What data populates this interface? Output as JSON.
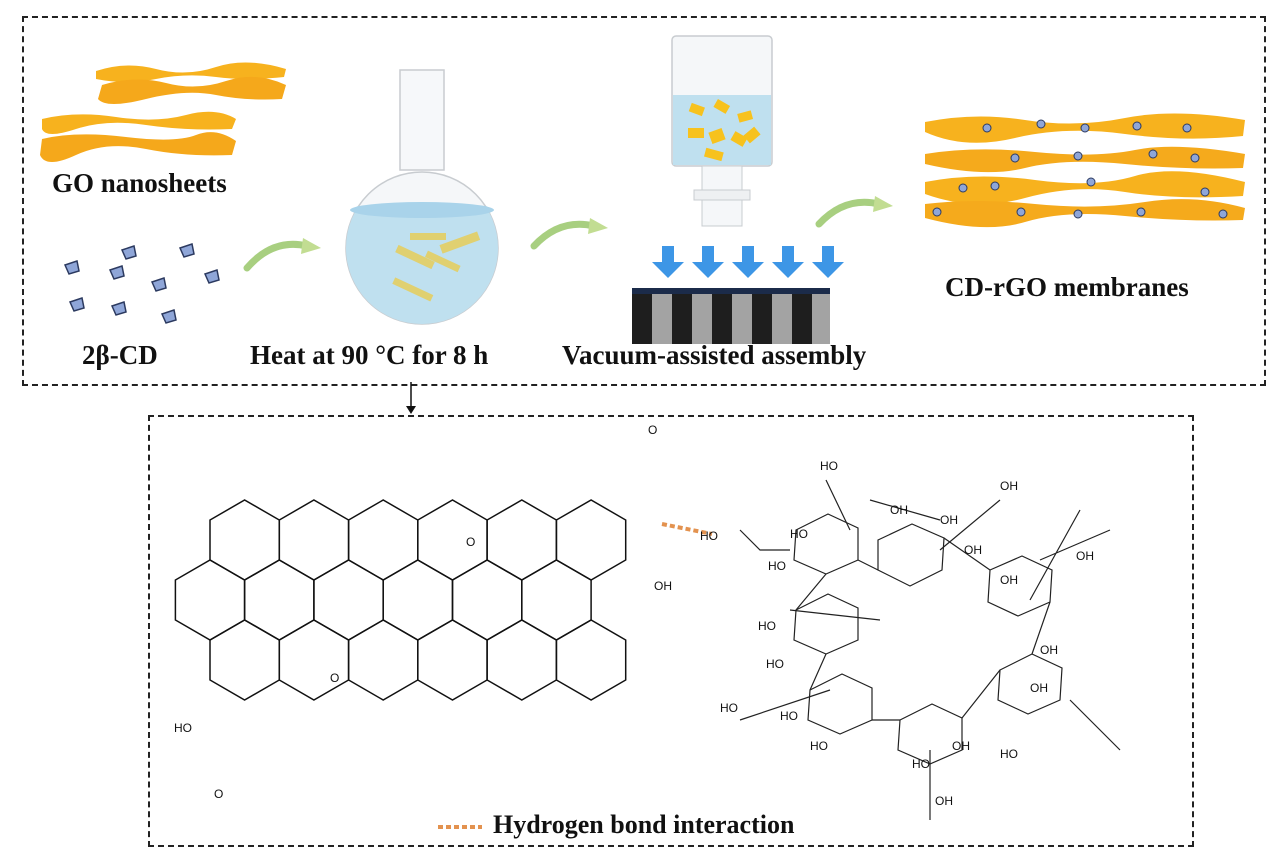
{
  "top_panel": {
    "go_label": "GO nanosheets",
    "cd_label": "2β-CD",
    "heat_label": "Heat at 90 °C for 8 h",
    "vacuum_label": "Vacuum-assisted assembly",
    "membrane_label": "CD-rGO membranes"
  },
  "bottom_panel": {
    "legend_label": "Hydrogen bond interaction",
    "go_atoms": {
      "epoxy_o": "O",
      "cooh_o": "O",
      "cooh_oh": "OH",
      "cooh_ho": "HO"
    },
    "cd_labels": {
      "ho": "HO",
      "oh": "OH",
      "o": "O"
    }
  },
  "colors": {
    "sheet": "#f7b21e",
    "sheet_dark": "#e8931a",
    "cd_cup": "#8fa6d8",
    "arrow_green": "#a8cf80",
    "water": "#bfe0ef",
    "vacuum_arrow": "#3d96e6",
    "hbond": "#e3924f"
  }
}
